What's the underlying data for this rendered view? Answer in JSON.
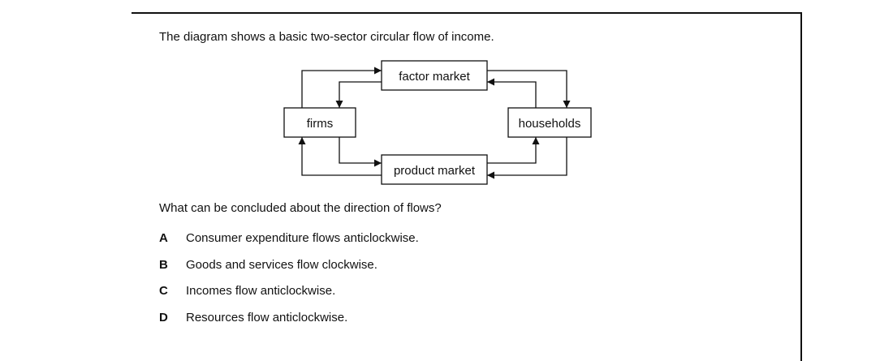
{
  "intro": "The diagram shows a basic two-sector circular flow of income.",
  "diagram": {
    "boxes": {
      "factor_market": "factor market",
      "firms": "firms",
      "households": "households",
      "product_market": "product market"
    }
  },
  "question": "What can be concluded about the direction of flows?",
  "options": [
    {
      "letter": "A",
      "text": "Consumer expenditure flows anticlockwise."
    },
    {
      "letter": "B",
      "text": "Goods and services flow clockwise."
    },
    {
      "letter": "C",
      "text": "Incomes flow anticlockwise."
    },
    {
      "letter": "D",
      "text": "Resources flow anticlockwise."
    }
  ]
}
